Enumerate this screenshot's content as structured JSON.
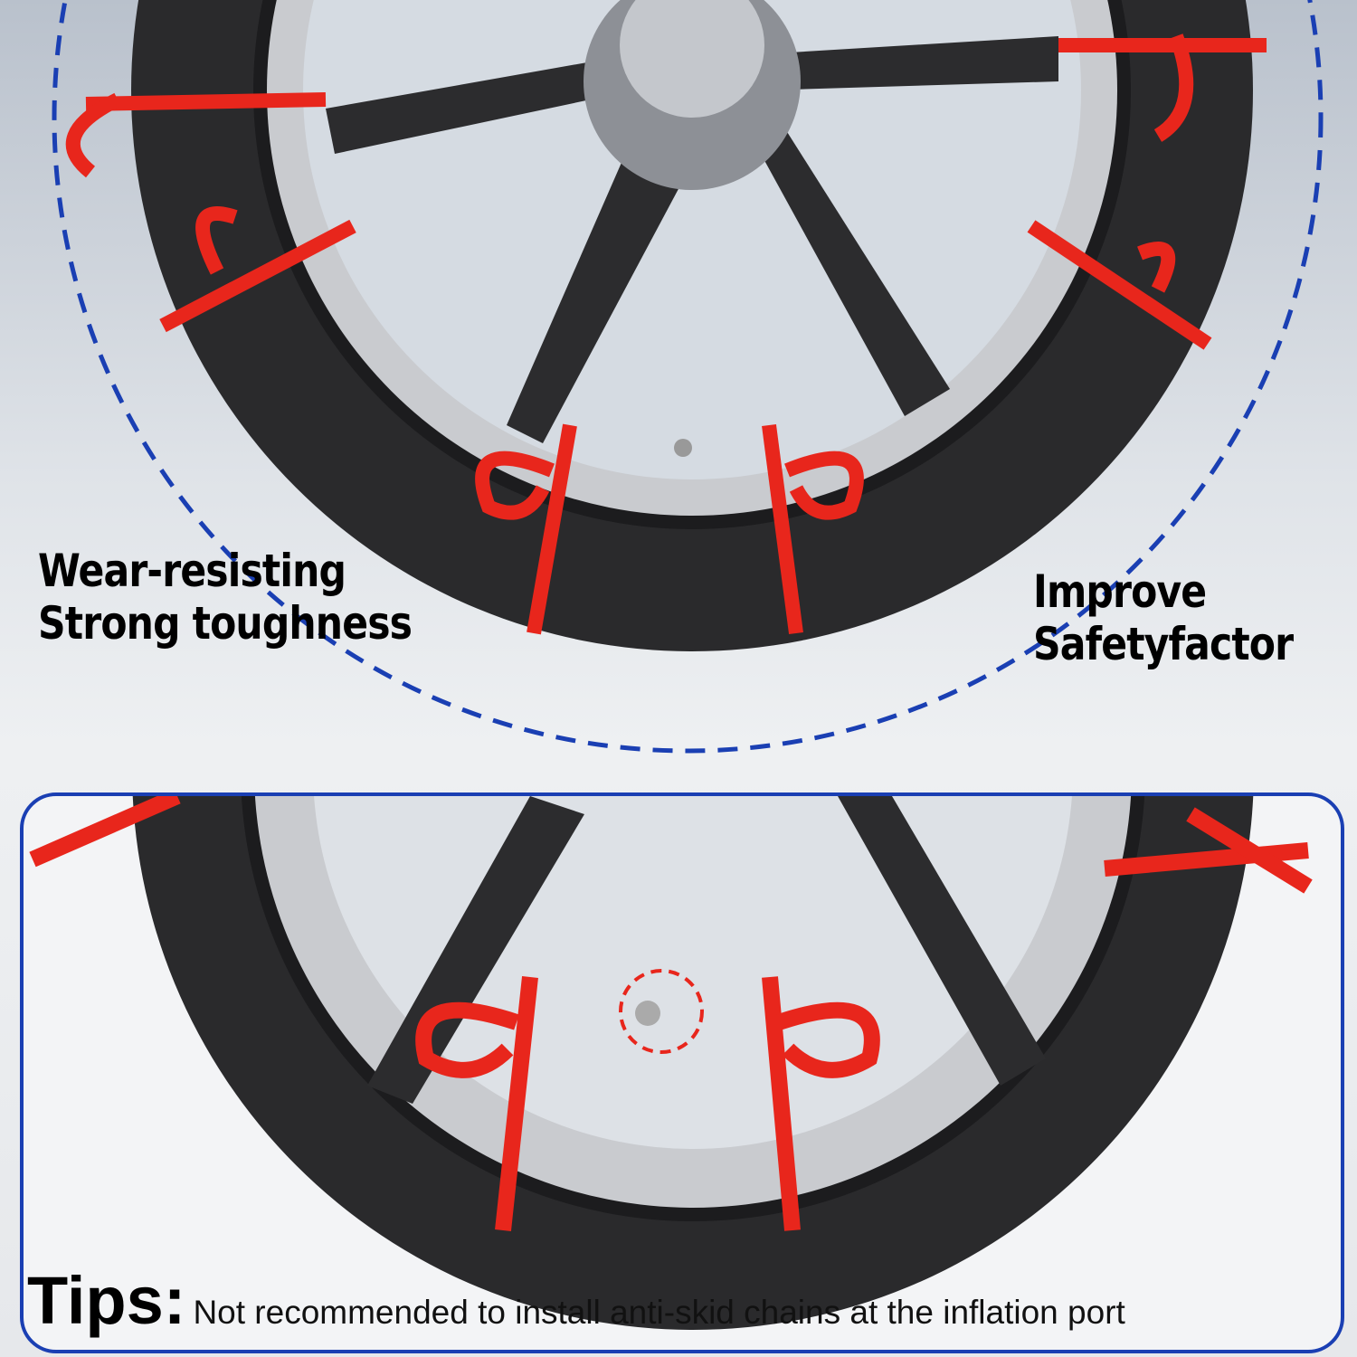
{
  "labels": {
    "left_line1": "Wear-resisting",
    "left_line2": "Strong toughness",
    "right_line1": "Improve",
    "right_line2": "Safetyfactor"
  },
  "tips": {
    "title": "Tips:",
    "text": "Not recommended to install anti-skid chains at the inflation port"
  },
  "colors": {
    "accent_blue": "#1a3fb3",
    "chain_red": "#e8261c",
    "tire": "#2a2a2c"
  }
}
